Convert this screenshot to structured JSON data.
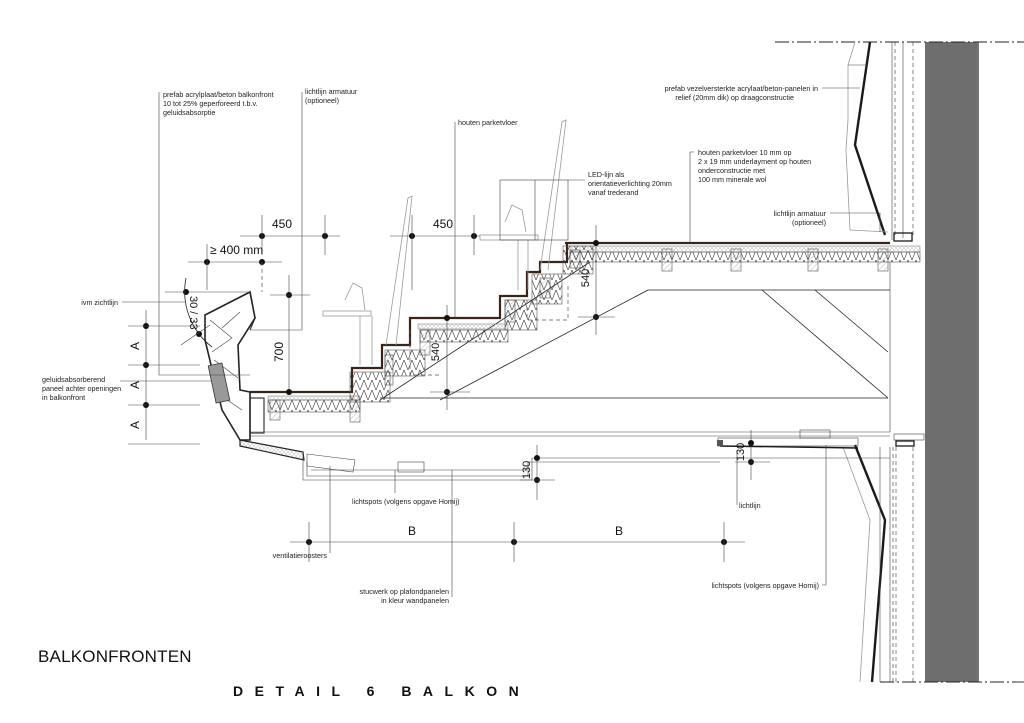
{
  "drawing": {
    "section_title": "BALKONFRONTEN",
    "detail_title": "DETAIL 6 BALKON",
    "wall_color": "#6e6e6e"
  },
  "annotations": {
    "balkonfront": [
      "prefab acrylplaat/beton balkonfront",
      "10 tot 25% geperforeerd t.b.v.",
      "geluidsabsorptie"
    ],
    "lichtlijn_armatuur_left": [
      "lichtlijn armatuur",
      "(optioneel)"
    ],
    "houten_parketvloer": "houten parketvloer",
    "led_lijn": [
      "LED-lijn als",
      "orientatieverlichting 20mm",
      "vanaf trederand"
    ],
    "prefab_panelen": [
      "prefab vezelversterkte acrylaat/beton-panelen in",
      "relief (20mm dik) op draagconstructie"
    ],
    "parketvloer_detail": [
      "houten parketvloer 10 mm op",
      "2 x 19 mm underlayment op houten",
      "onderconstructie met",
      "100 mm minerale wol"
    ],
    "lichtlijn_armatuur_right": [
      "lichtlijn armatuur",
      "(optioneel)"
    ],
    "zichtlijn": "ivm zichtlijn",
    "geluidsabsorberend": [
      "geluidsabsorberend",
      "paneel achter openingen",
      "in balkonfront"
    ],
    "lichtspots_center": "lichtspots (volgens opgave Homij)",
    "ventilatieroosters": "ventilatieroosters",
    "stucwerk": [
      "stucwerk op plafondpanelen",
      "in kleur wandpanelen"
    ],
    "lichtlijn": "lichtlijn",
    "lichtspots_right": "lichtspots (volgens opgave Homij)"
  },
  "dimensions": {
    "tread_1": "450",
    "tread_2": "450",
    "min_width": "≥ 400 mm",
    "angle": "30 / 33",
    "rise_front": "700",
    "rise_step_1": "540",
    "rise_step_2": "540",
    "ceiling_1": "130",
    "ceiling_2": "130",
    "front_module": "A",
    "ceiling_module": "B"
  }
}
